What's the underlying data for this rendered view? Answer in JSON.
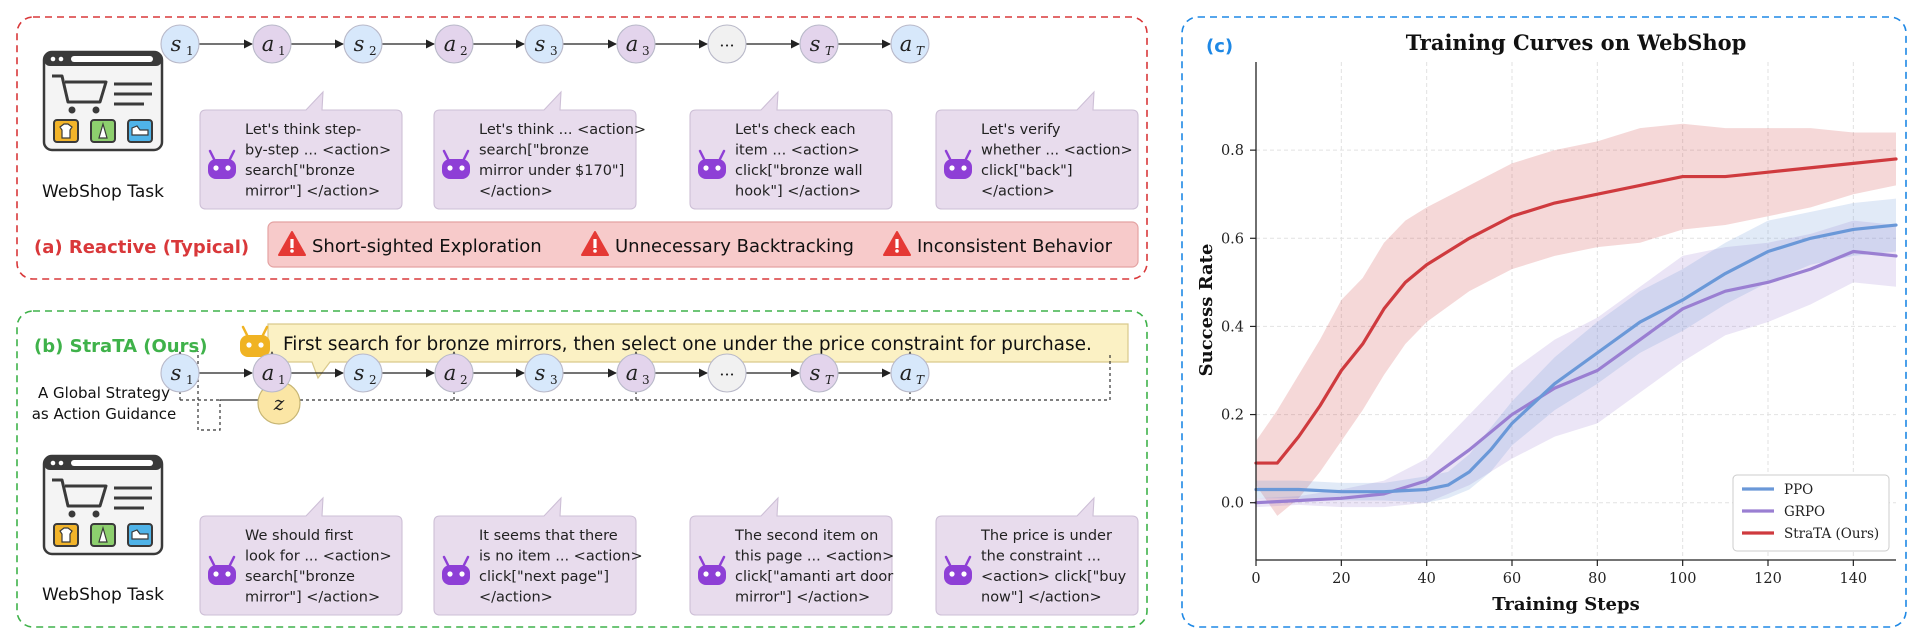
{
  "task_label": "WebShop Task",
  "states": [
    "s",
    "a",
    "s",
    "a",
    "s",
    "a",
    "···",
    "s",
    "a"
  ],
  "subscripts": [
    "1",
    "1",
    "2",
    "2",
    "3",
    "3",
    "",
    "T",
    "T"
  ],
  "panel_a": {
    "label": "(a) Reactive (Typical)",
    "bubbles": [
      [
        "Let's think step-",
        "by-step ... <action>",
        "search[\"bronze",
        "mirror\"] </action>"
      ],
      [
        "Let's think ... <action>",
        "search[\"bronze",
        "mirror under $170\"]",
        "</action>"
      ],
      [
        "Let's check each",
        "item ... <action>",
        "click[\"bronze wall",
        "hook\"] </action>"
      ],
      [
        "Let's verify",
        "whether ... <action>",
        "click[\"back\"]",
        "</action>"
      ]
    ],
    "issues": [
      "Short-sighted Exploration",
      "Unnecessary Backtracking",
      "Inconsistent Behavior"
    ]
  },
  "panel_b": {
    "label": "(b) StraTA (Ours)",
    "strategy_text": "First search for bronze mirrors, then select one under the price constraint for purchase.",
    "strategy_caption": [
      "A Global Strategy",
      "as Action Guidance"
    ],
    "z_label": "z",
    "bubbles": [
      [
        "We should first",
        "look for ... <action>",
        "search[\"bronze",
        "mirror\"] </action>"
      ],
      [
        "It seems that there",
        "is no item ... <action>",
        "click[\"next page\"]",
        "</action>"
      ],
      [
        "The second item on",
        "this page ... <action>",
        "click[\"amanti art door",
        "mirror\"] </action>"
      ],
      [
        "The price is under",
        "the constraint ...",
        "<action> click[\"buy",
        "now\"] </action>"
      ]
    ]
  },
  "panel_c": {
    "label": "(c)"
  },
  "colors": {
    "red": "#d9383a",
    "green": "#3fb24a",
    "blue": "#1e88e5",
    "state_fill": "#d7e8fb",
    "action_fill": "#e3d4ec",
    "bubble_fill": "#e8dced",
    "robot": "#8e3fd6",
    "ppo": "#6a98d8",
    "grpo": "#9a7fd2",
    "strata": "#cf3a3e"
  },
  "chart_data": {
    "type": "line",
    "title": "Training Curves on WebShop",
    "xlabel": "Training Steps",
    "ylabel": "Success Rate",
    "xlim": [
      0,
      150
    ],
    "ylim": [
      -0.13,
      1.0
    ],
    "xticks": [
      0,
      20,
      40,
      60,
      80,
      100,
      120,
      140
    ],
    "yticks": [
      0.0,
      0.2,
      0.4,
      0.6,
      0.8
    ],
    "grid": true,
    "legend_position": "lower-right",
    "series": [
      {
        "name": "PPO",
        "x": [
          0,
          10,
          20,
          30,
          40,
          45,
          50,
          55,
          60,
          70,
          80,
          90,
          100,
          110,
          120,
          130,
          140,
          150
        ],
        "y": [
          0.03,
          0.03,
          0.025,
          0.025,
          0.03,
          0.04,
          0.07,
          0.12,
          0.18,
          0.27,
          0.34,
          0.41,
          0.46,
          0.52,
          0.57,
          0.6,
          0.62,
          0.63
        ],
        "band": [
          0.02,
          0.02,
          0.02,
          0.02,
          0.03,
          0.03,
          0.04,
          0.05,
          0.05,
          0.06,
          0.07,
          0.07,
          0.07,
          0.07,
          0.07,
          0.06,
          0.06,
          0.06
        ]
      },
      {
        "name": "GRPO",
        "x": [
          0,
          10,
          20,
          30,
          40,
          50,
          60,
          70,
          80,
          90,
          100,
          110,
          120,
          130,
          140,
          150
        ],
        "y": [
          0.0,
          0.005,
          0.01,
          0.02,
          0.05,
          0.12,
          0.2,
          0.26,
          0.3,
          0.37,
          0.44,
          0.48,
          0.5,
          0.53,
          0.57,
          0.56
        ],
        "band": [
          0.01,
          0.01,
          0.02,
          0.03,
          0.05,
          0.08,
          0.1,
          0.11,
          0.12,
          0.12,
          0.12,
          0.1,
          0.09,
          0.08,
          0.07,
          0.07
        ]
      },
      {
        "name": "StraTA (Ours)",
        "x": [
          0,
          5,
          10,
          15,
          20,
          25,
          30,
          35,
          40,
          50,
          60,
          70,
          80,
          90,
          100,
          110,
          120,
          130,
          140,
          150
        ],
        "y": [
          0.09,
          0.09,
          0.15,
          0.22,
          0.3,
          0.36,
          0.44,
          0.5,
          0.54,
          0.6,
          0.65,
          0.68,
          0.7,
          0.72,
          0.74,
          0.74,
          0.75,
          0.76,
          0.77,
          0.78
        ],
        "band": [
          0.05,
          0.12,
          0.14,
          0.15,
          0.16,
          0.15,
          0.15,
          0.14,
          0.13,
          0.12,
          0.12,
          0.12,
          0.12,
          0.13,
          0.12,
          0.11,
          0.1,
          0.09,
          0.07,
          0.06
        ]
      }
    ]
  }
}
